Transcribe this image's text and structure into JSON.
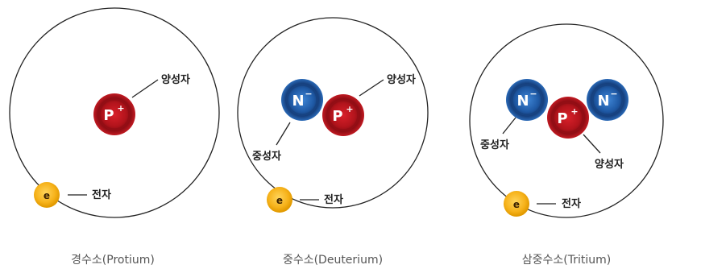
{
  "colors": {
    "proton": "#b3141c",
    "neutron": "#1f5aa6",
    "electron": "#f6b21a",
    "orbit": "#222222"
  },
  "symbols": {
    "proton": "P",
    "proton_charge": "+",
    "neutron": "N",
    "neutron_charge": "−",
    "electron": "e"
  },
  "atoms": [
    {
      "caption": "경수소(Protium)",
      "labels": {
        "proton": "양성자",
        "electron": "전자"
      }
    },
    {
      "caption": "중수소(Deuterium)",
      "labels": {
        "proton": "양성자",
        "neutron": "중성자",
        "electron": "전자"
      }
    },
    {
      "caption": "삼중수소(Tritium)",
      "labels": {
        "neutron": "중성자",
        "proton": "양성자",
        "electron": "전자"
      }
    }
  ]
}
